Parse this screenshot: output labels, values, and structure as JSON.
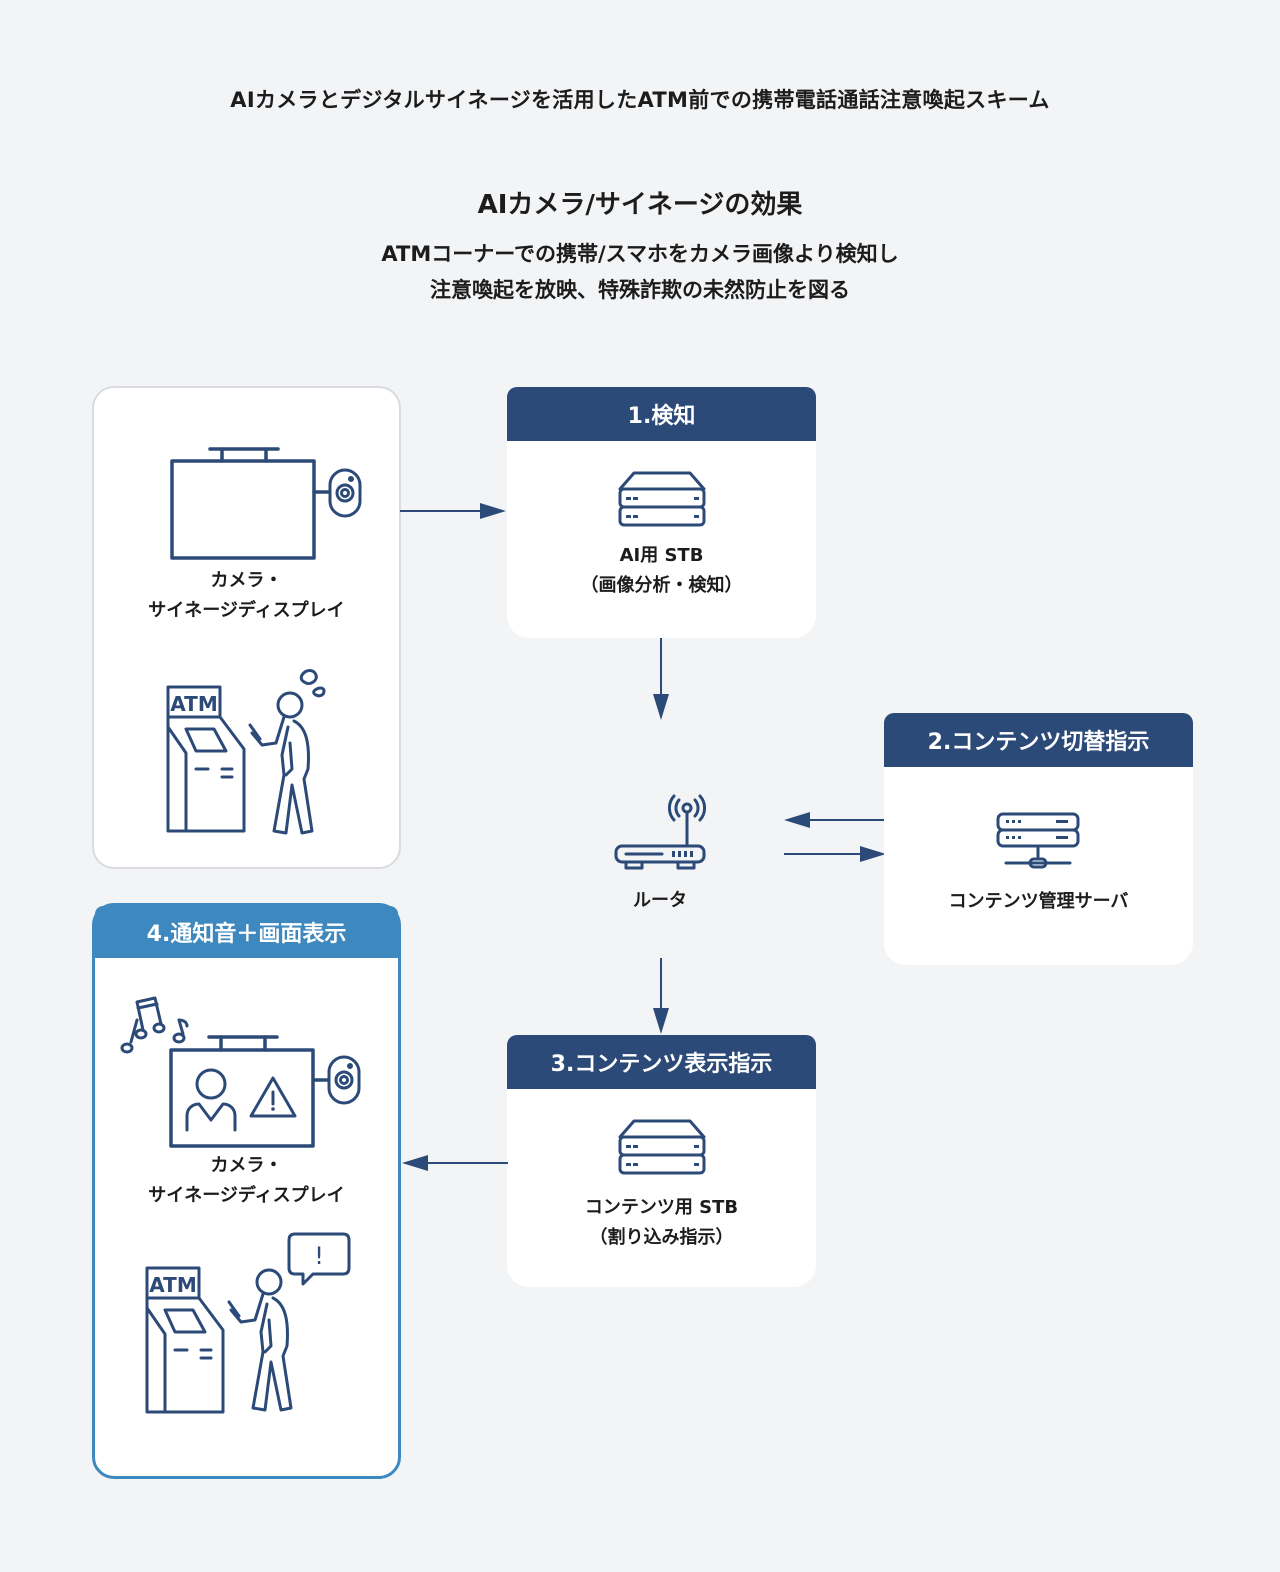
{
  "header": {
    "title": "AIカメラとデジタルサイネージを活用したATM前での携帯電話通話注意喚起スキーム",
    "subtitle": "AIカメラ/サイネージの効果",
    "description_line1": "ATMコーナーでの携帯/スマホをカメラ画像より検知し",
    "description_line2": "注意喚起を放映、特殊詐欺の未然防止を図る"
  },
  "colors": {
    "background": "#f3f4f6",
    "navy": "#2c4a78",
    "accent_blue": "#3c88bf",
    "card": "#ffffff"
  },
  "nodes": {
    "signage_before": {
      "label_line1": "カメラ・",
      "label_line2": "サイネージディスプレイ",
      "atm_text": "ATM",
      "icons": [
        "signage-display-icon",
        "camera-icon",
        "atm-icon",
        "person-with-phone-icon",
        "sweat-drops-icon"
      ]
    },
    "step1": {
      "header": "1.検知",
      "label_line1": "AI用 STB",
      "label_line2": "（画像分析・検知）",
      "icon": "stb-icon"
    },
    "router": {
      "label": "ルータ",
      "icon": "router-icon"
    },
    "step2": {
      "header": "2.コンテンツ切替指示",
      "label": "コンテンツ管理サーバ",
      "icon": "server-icon"
    },
    "step3": {
      "header": "3.コンテンツ表示指示",
      "label_line1": "コンテンツ用 STB",
      "label_line2": "（割り込み指示）",
      "icon": "stb-icon"
    },
    "step4": {
      "header": "4.通知音＋画面表示",
      "label_line1": "カメラ・",
      "label_line2": "サイネージディスプレイ",
      "atm_text": "ATM",
      "alert_mark": "!",
      "icons": [
        "music-notes-icon",
        "signage-display-icon",
        "person-icon",
        "warning-icon",
        "camera-icon",
        "atm-icon",
        "person-with-phone-icon",
        "speech-bubble-icon"
      ]
    }
  },
  "edges": [
    {
      "from": "signage_before",
      "to": "step1",
      "direction": "right"
    },
    {
      "from": "step1",
      "to": "router",
      "direction": "down"
    },
    {
      "from": "step2",
      "to": "router",
      "direction": "left"
    },
    {
      "from": "router",
      "to": "step2",
      "direction": "right"
    },
    {
      "from": "router",
      "to": "step3",
      "direction": "down"
    },
    {
      "from": "step3",
      "to": "step4",
      "direction": "left"
    }
  ]
}
